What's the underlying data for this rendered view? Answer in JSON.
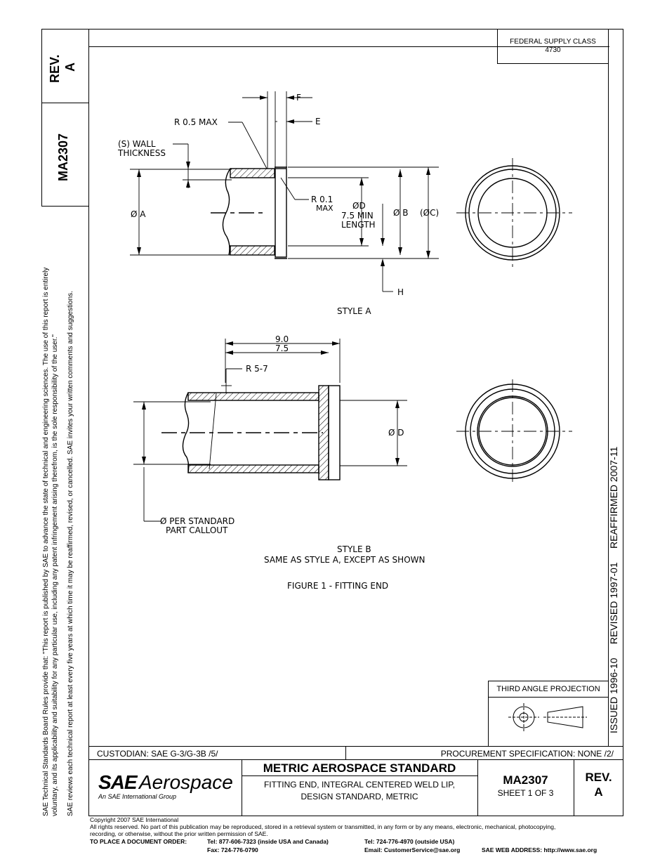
{
  "side": {
    "rev_label": "REV.",
    "rev_value": "A",
    "doc_number": "MA2307",
    "notice_line1": "SAE Technical Standards Board Rules provide that: \"This report is published by SAE to advance the state of technical and engineering sciences. The use of this report is entirely",
    "notice_line2": "voluntary, and its applicability and suitability for any particular use, including any patent infringement arising therefrom, is the sole responsibility of the user.\"",
    "notice_line3": "SAE reviews each technical report at least every five years at which time it may be reaffirmed, revised, or cancelled. SAE invites your written comments and suggestions.",
    "history": "ISSUED 1996-10     REVISED 1997-01     REAFFIRMED 2007-11"
  },
  "header": {
    "supply_class_label": "FEDERAL SUPPLY CLASS",
    "supply_class_value": "4730"
  },
  "drawing": {
    "style_a": {
      "F": "F",
      "E": "E",
      "r05": "R 0.5 MAX",
      "wall1": "(S) WALL",
      "wall2": "THICKNESS",
      "r01a": "R 0.1",
      "r01b": "MAX",
      "dd": "ØD",
      "min1": "7.5 MIN",
      "min2": "LENGTH",
      "da": "Ø A",
      "db": "Ø B",
      "dc": "(ØC)",
      "H": "H",
      "caption": "STYLE A"
    },
    "style_b": {
      "d90": "9.0",
      "d75": "7.5",
      "r57": "R 5-7",
      "dd": "Ø D",
      "callout1": "Ø PER STANDARD",
      "callout2": "PART CALLOUT",
      "caption1": "STYLE B",
      "caption2": "SAME AS STYLE A, EXCEPT AS SHOWN"
    },
    "figure_caption": "FIGURE 1 - FITTING END"
  },
  "projection": {
    "label": "THIRD ANGLE PROJECTION"
  },
  "title_block": {
    "custodian": "CUSTODIAN: SAE G-3/G-3B /5/",
    "procurement": "PROCUREMENT SPECIFICATION: NONE /2/",
    "logo_sae": "SAE",
    "logo_aero": "Aerospace",
    "logo_sub": "An SAE International Group",
    "standard_title": "METRIC AEROSPACE STANDARD",
    "subtitle1": "FITTING END, INTEGRAL CENTERED WELD LIP,",
    "subtitle2": "DESIGN STANDARD, METRIC",
    "doc_number": "MA2307",
    "sheet": "SHEET 1 OF 3",
    "rev_label": "REV.",
    "rev_value": "A"
  },
  "footer": {
    "copyright": "Copyright 2007 SAE International",
    "rights1": "All rights reserved. No part of this publication may be reproduced, stored in a retrieval system or transmitted, in any form or by any means, electronic, mechanical, photocopying,",
    "rights2": "recording, or otherwise, without the prior written permission of SAE.",
    "order_label": "TO PLACE A DOCUMENT ORDER:",
    "tel_us": "Tel:  877-606-7323 (inside USA and Canada)",
    "fax": "Fax: 724-776-0790",
    "tel_out": "Tel:  724-776-4970 (outside USA)",
    "email": "Email:  CustomerService@sae.org",
    "web": "SAE WEB ADDRESS: http://www.sae.org"
  }
}
